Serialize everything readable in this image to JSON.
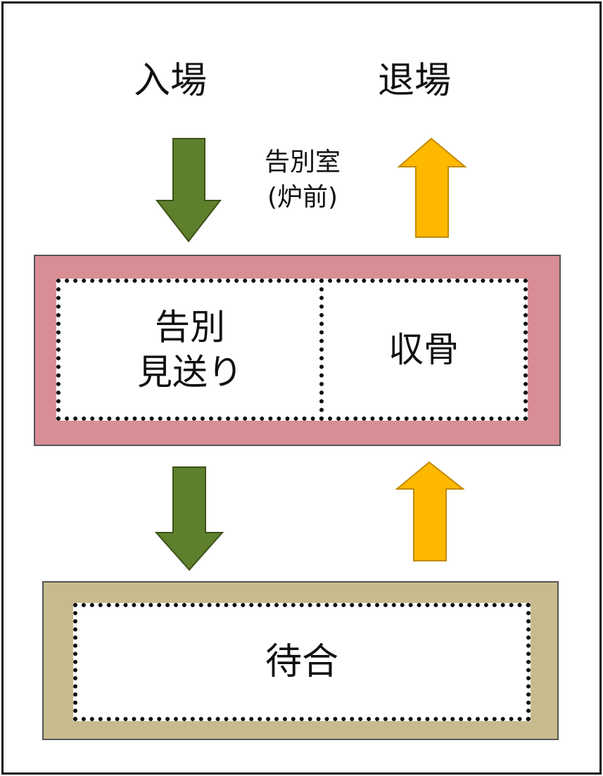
{
  "labels": {
    "entry": "入場",
    "exit": "退場",
    "farewell_room_line1": "告別室",
    "farewell_room_line2": "(炉前)"
  },
  "boxes": {
    "farewell": {
      "line1": "告別",
      "line2": "見送り"
    },
    "bone_collection": "収骨",
    "waiting": "待合"
  },
  "colors": {
    "entry_arrow": "#5e7f2c",
    "exit_arrow": "#ffb800",
    "room_box": "#d98e95",
    "waiting_box": "#c7bb8e"
  }
}
